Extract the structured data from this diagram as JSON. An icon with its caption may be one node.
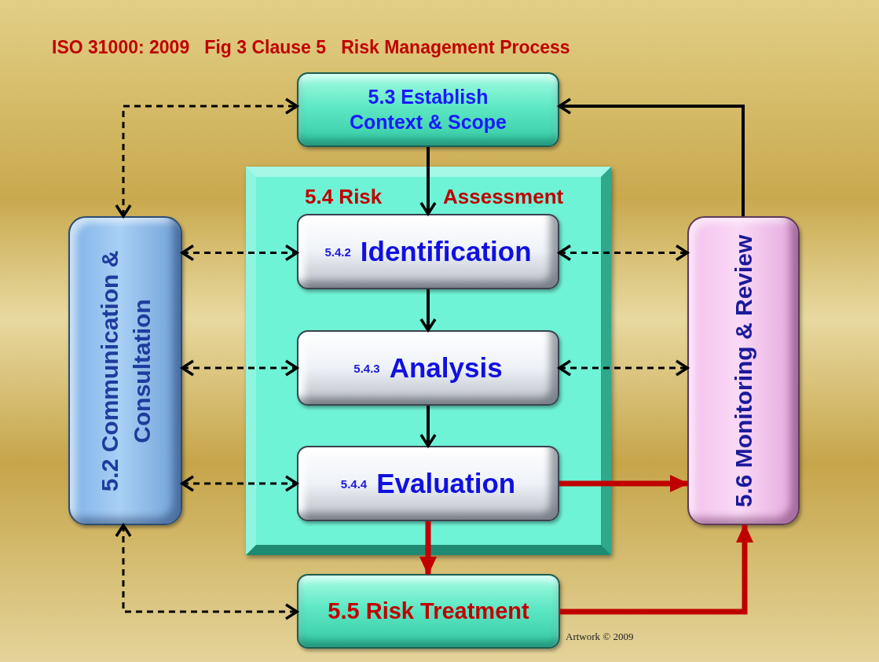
{
  "diagram": {
    "title": "ISO 31000: 2009   Fig 3 Clause 5   Risk Management Process",
    "nodes": [
      {
        "text": [
          "5.3 Establish Context & Scope"
        ]
      },
      {
        "text": [
          "5.4 Risk",
          "Assessment"
        ]
      },
      {
        "text": [
          "5.4.2",
          "Identification"
        ],
        "in": 1
      },
      {
        "text": [
          "5.4.3",
          "Analysis"
        ],
        "in": 1
      },
      {
        "text": [
          "5.4.4",
          "Evaluation"
        ],
        "in": 1
      },
      {
        "text": [
          "5.2 Communication & Consultation"
        ]
      },
      {
        "text": [
          "5.6 Monitoring & Review"
        ]
      },
      {
        "text": [
          "5.5 Risk Treatment"
        ]
      }
    ],
    "edges": [
      {
        "from": 5,
        "to": 0,
        "arrow": "both",
        "style": "dashed"
      },
      {
        "from": 0,
        "to": 2,
        "arrow": "to"
      },
      {
        "from": 2,
        "to": 3,
        "arrow": "to"
      },
      {
        "from": 3,
        "to": 4,
        "arrow": "to"
      },
      {
        "from": 5,
        "to": 2,
        "arrow": "both",
        "style": "dashed"
      },
      {
        "from": 5,
        "to": 3,
        "arrow": "both",
        "style": "dashed"
      },
      {
        "from": 5,
        "to": 4,
        "arrow": "both",
        "style": "dashed"
      },
      {
        "from": 2,
        "to": 6,
        "arrow": "both",
        "style": "dashed"
      },
      {
        "from": 3,
        "to": 6,
        "arrow": "both",
        "style": "dashed"
      },
      {
        "from": 4,
        "to": 6,
        "arrow": "to",
        "style": "thick",
        "color": "#c00000"
      },
      {
        "from": 4,
        "to": 7,
        "arrow": "to",
        "style": "thick",
        "color": "#c00000"
      },
      {
        "from": 7,
        "to": 6,
        "arrow": "to",
        "style": "thick",
        "color": "#c00000"
      },
      {
        "from": 6,
        "to": 0,
        "arrow": "to"
      },
      {
        "from": 5,
        "to": 7,
        "arrow": "both",
        "style": "dashed"
      }
    ],
    "labels": [
      "Artwork © 2009"
    ]
  }
}
